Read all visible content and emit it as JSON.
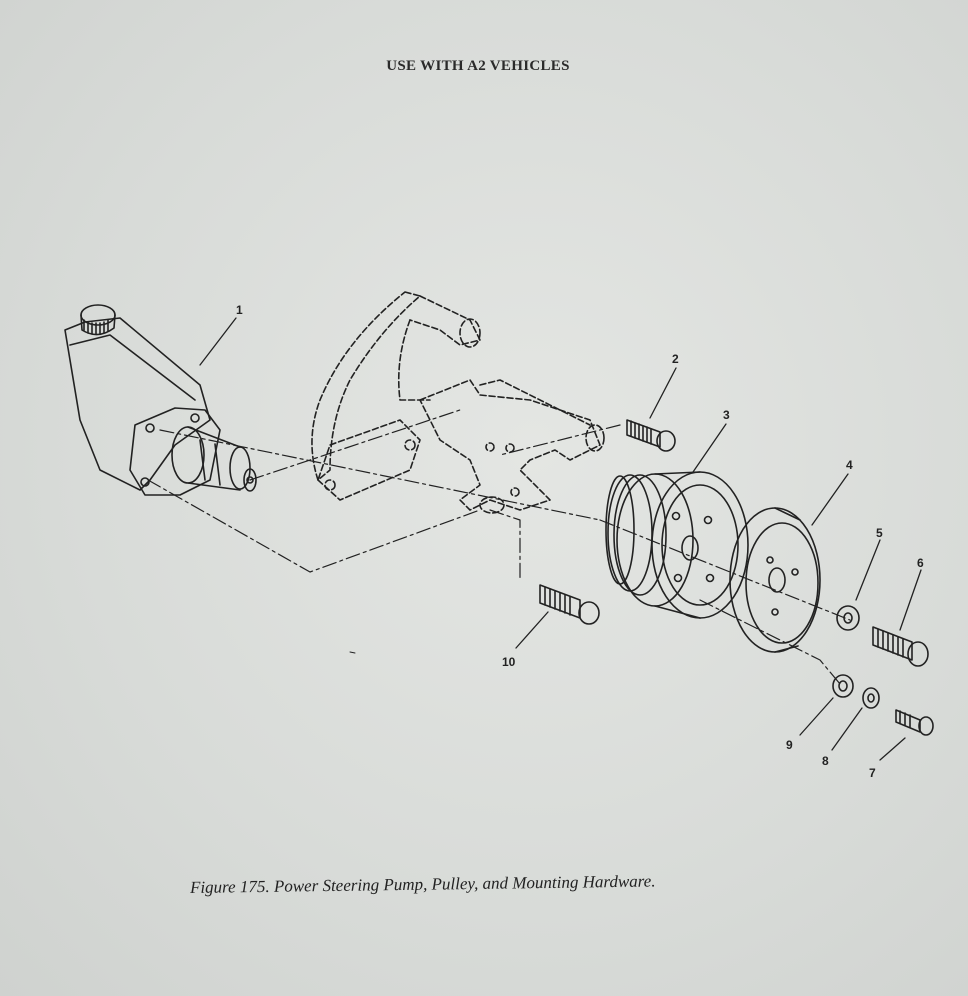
{
  "header": {
    "title": "USE WITH A2 VEHICLES"
  },
  "caption": {
    "text": "Figure 175.  Power Steering Pump, Pulley, and Mounting Hardware."
  },
  "callouts": [
    {
      "label": "1"
    },
    {
      "label": "2"
    },
    {
      "label": "3"
    },
    {
      "label": "4"
    },
    {
      "label": "5"
    },
    {
      "label": "6"
    },
    {
      "label": "7"
    },
    {
      "label": "8"
    },
    {
      "label": "9"
    },
    {
      "label": "10"
    }
  ],
  "colors": {
    "paper": "#dcdfdc",
    "ink": "#222222"
  }
}
